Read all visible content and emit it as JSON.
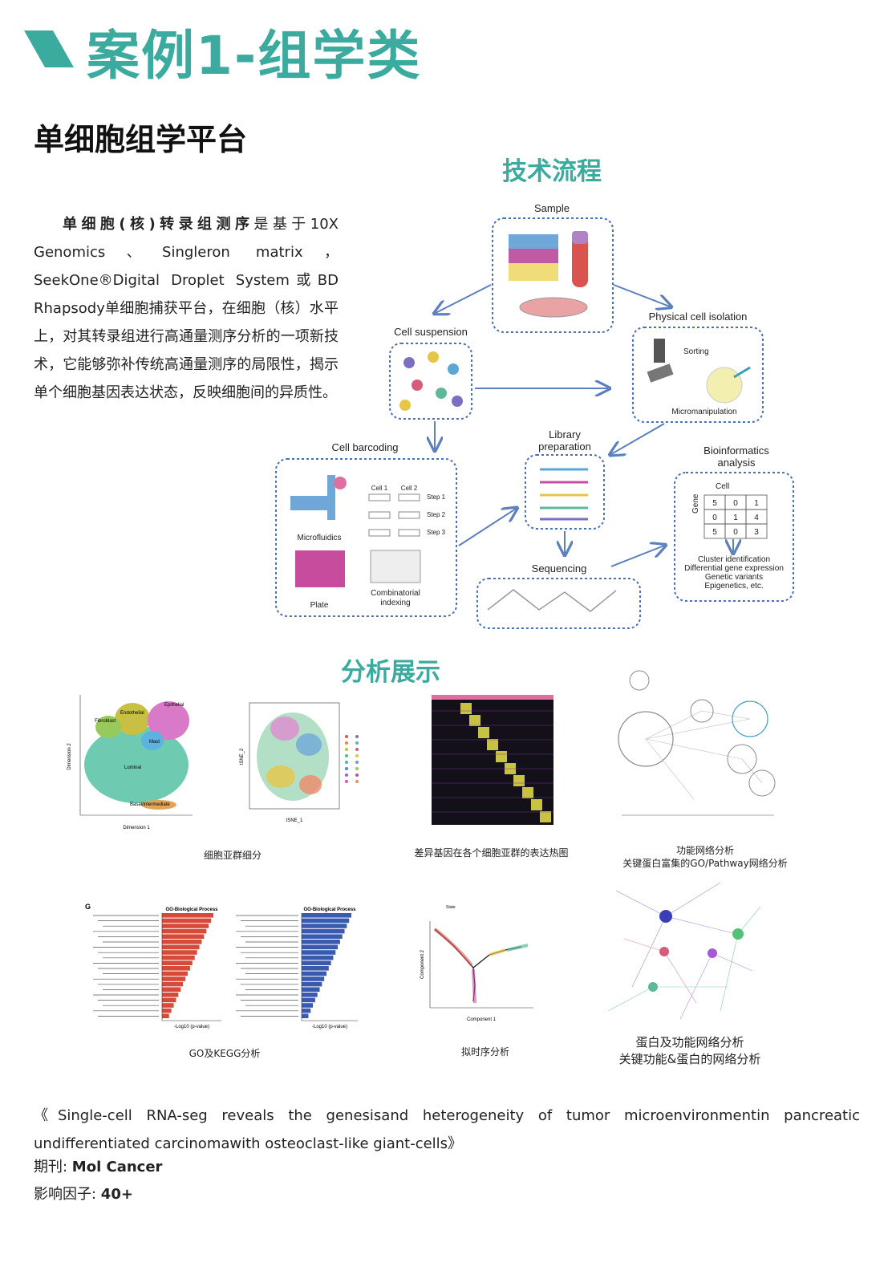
{
  "header": {
    "title": "案例1-组学类"
  },
  "section": {
    "title": "单细胞组学平台"
  },
  "intro": {
    "bold": "单细胞(核)转录组测序",
    "text": "是基于10X Genomics、Singleron matrix，SeekOne®Digital Droplet System或BD Rhapsody单细胞捕获平台，在细胞（核）水平上，对其转录组进行高通量测序分析的一项新技术，它能够弥补传统高通量测序的局限性，揭示单个细胞基因表达状态，反映细胞间的异质性。"
  },
  "workflow": {
    "title": "技术流程",
    "sample": "Sample",
    "cell_suspension": "Cell suspension",
    "physical_isolation": "Physical cell isolation",
    "sorting": "Sorting",
    "micromanipulation": "Micromanipulation",
    "cell_barcoding": "Cell barcoding",
    "microfluidics": "Microfluidics",
    "plate": "Plate",
    "combinatorial": "Combinatorial",
    "indexing": "indexing",
    "cell1": "Cell 1",
    "cell2": "Cell 2",
    "step1": "Step 1",
    "step2": "Step 2",
    "step3": "Step 3",
    "library1": "Library",
    "library2": "preparation",
    "sequencing": "Sequencing",
    "bioinfo1": "Bioinformatics",
    "bioinfo2": "analysis",
    "cell": "Cell",
    "gene": "Gene",
    "matrix": [
      [
        "5",
        "0",
        "1"
      ],
      [
        "0",
        "1",
        "4"
      ],
      [
        "5",
        "0",
        "3"
      ]
    ],
    "out1": "Cluster identification",
    "out2": "Differential gene expression",
    "out3": "Genetic variants",
    "out4": "Epigenetics, etc."
  },
  "analysis": {
    "title": "分析展示",
    "cap_subclusters": "细胞亚群细分",
    "cap_heatmap": "差异基因在各个细胞亚群的表达热图",
    "cap_network1_line1": "功能网络分析",
    "cap_network1_line2": "关键蛋白富集的GO/Pathway网络分析",
    "cap_go": "GO及KEGG分析",
    "cap_pseudotime": "拟时序分析",
    "cap_network2_line1": "蛋白及功能网络分析",
    "cap_network2_line2": "关键功能&蛋白的网络分析",
    "umap_labels": [
      "Epithelial",
      "Endothelial",
      "Fibroblast",
      "Mast",
      "Luminal",
      "Basal/intermediate"
    ],
    "umap_xlabel": "Dimension 1",
    "umap_ylabel": "Dimension 2",
    "tsne_xlabel": "tSNE_1",
    "tsne_ylabel": "tSNE_2",
    "go_panel": "G",
    "go_title1": "GO-Biological Process",
    "go_title2": "GO-Biological Process",
    "go_xlabel1": "-Log10 (p-value)",
    "go_xlabel2": "-Log10 (p-value)",
    "pseudo_xlabel": "Component 1",
    "pseudo_ylabel": "Component 2",
    "pseudo_legend": "State"
  },
  "reference": {
    "title": "《Single-cell RNA-seg reveals the genesisand heterogeneity of tumor microenvironmentin pancreatic undifferentiated carcinomawith osteoclast-like giant-cells》",
    "journal_label": "期刊: ",
    "journal": "Mol Cancer",
    "impact_label": "影响因子: ",
    "impact": "40+"
  },
  "colors": {
    "accent": "#3aab9e",
    "arrow": "#5b7fbf",
    "dashed": "#4a6fb5"
  }
}
